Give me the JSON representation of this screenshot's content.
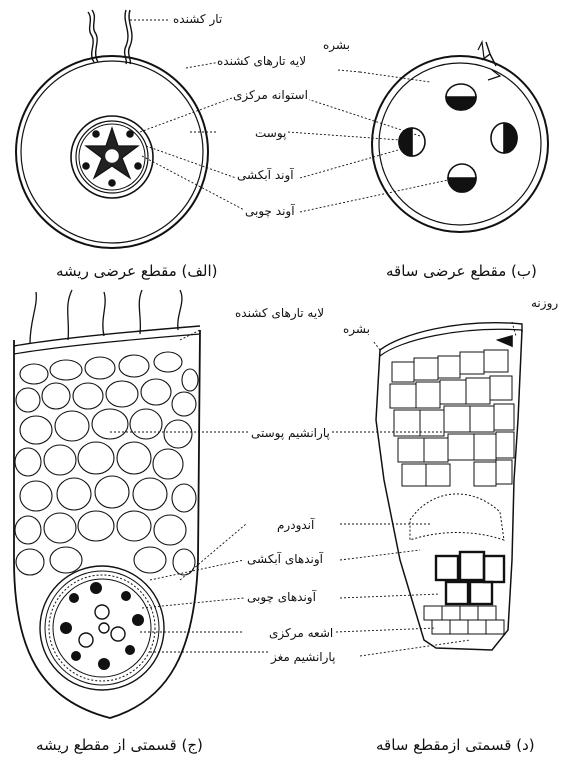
{
  "captions": {
    "a": "(الف) مقطع عرضی ریشه",
    "b": "(ب) مقطع عرضی ساقه",
    "c": "(ج) قسمتی از مقطع ریشه",
    "d": "(د) قسمتی ازمقطع ساقه"
  },
  "panel_a": {
    "root_hair": "تار کشنده",
    "root_hair_layer": "لایه تارهای کشنده",
    "central_cylinder": "استوانه مرکزی",
    "cortex": "پوست",
    "phloem": "آوند آبکشی",
    "xylem": "آوند چوبی"
  },
  "panel_b": {
    "epidermis": "بشره"
  },
  "panel_c": {
    "root_hair_layer": "لایه تارهای کشنده",
    "cortical_parenchyma": "پارانشیم پوستی",
    "endodermis": "آندودرم",
    "phloem_vessels": "آوندهای آبکشی",
    "xylem_vessels": "آوندهای چوبی",
    "medullary_rays": "اشعه مرکزی",
    "pith_parenchyma": "پارانشیم مغز"
  },
  "panel_d": {
    "stoma": "روزنه",
    "epidermis": "بشره"
  },
  "colors": {
    "ink": "#111111",
    "paper": "#ffffff"
  }
}
